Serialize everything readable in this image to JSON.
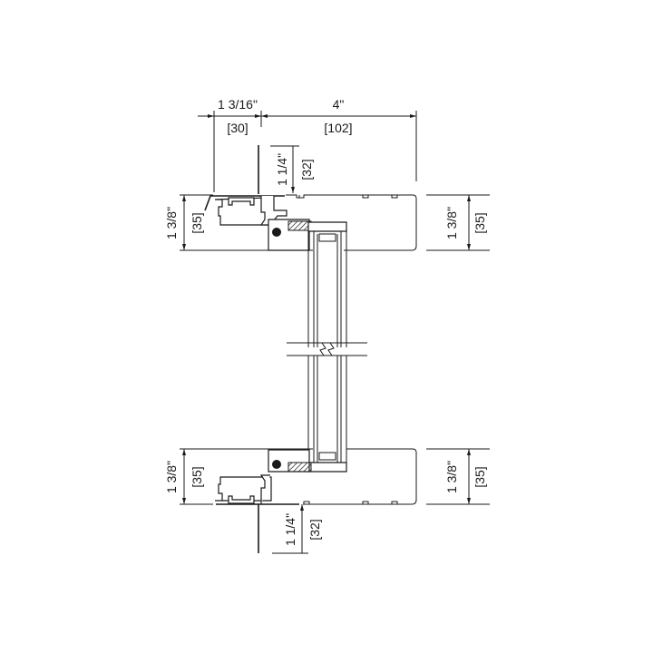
{
  "drawing": {
    "dims": {
      "top_left_in": "1 3/16\"",
      "top_left_mm": "[30]",
      "top_right_in": "4\"",
      "top_right_mm": "[102]",
      "fin_top_in": "1 1/4\"",
      "fin_top_mm": "[32]",
      "left_top_in": "1 3/8\"",
      "left_top_mm": "[35]",
      "right_top_in": "1 3/8\"",
      "right_top_mm": "[35]",
      "left_bottom_in": "1 3/8\"",
      "left_bottom_mm": "[35]",
      "right_bottom_in": "1 3/8\"",
      "right_bottom_mm": "[35]",
      "fin_bottom_in": "1 1/4\"",
      "fin_bottom_mm": "[32]"
    },
    "line_color": "#1a1a1a"
  }
}
